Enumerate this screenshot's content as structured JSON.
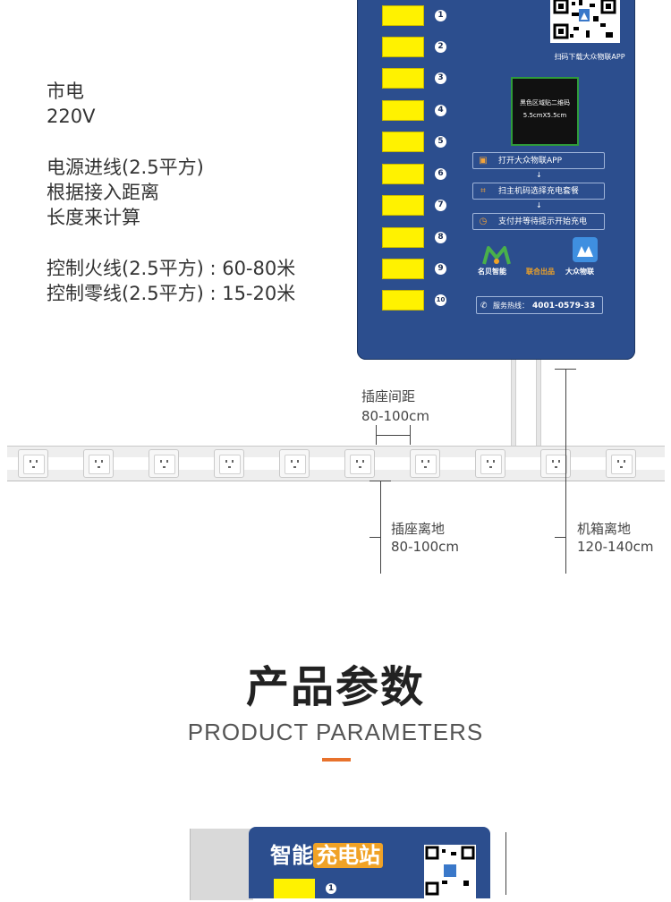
{
  "info": {
    "power_title": "市电",
    "voltage": "220V",
    "line1": "电源进线(2.5平方)",
    "line2": "根据接入距离",
    "line3": "长度来计算",
    "live_wire": "控制火线(2.5平方) : 60-80米",
    "neutral_wire": "控制零线(2.5平方) : 15-20米"
  },
  "panel": {
    "slot_numbers": [
      "1",
      "2",
      "3",
      "4",
      "5",
      "6",
      "7",
      "8",
      "9",
      "10"
    ],
    "qr_caption": "扫码下载大众物联APP",
    "sticker_line1": "黑色区域贴二维码",
    "sticker_line2": "5.5cmX5.5cm",
    "steps": [
      {
        "icon": "phone-icon",
        "label": "打开大众物联APP"
      },
      {
        "icon": "scan-icon",
        "label": "扫主机码选择充电套餐"
      },
      {
        "icon": "clock-icon",
        "label": "支付并等待提示开始充电"
      }
    ],
    "logos": [
      "名贝智能",
      "联合出品",
      "大众物联"
    ],
    "hotline_label": "服务热线：",
    "hotline_number": "4001-0579-33"
  },
  "annotations": {
    "socket_spacing_title": "插座间距",
    "socket_spacing_value": "80-100cm",
    "socket_height_title": "插座离地",
    "socket_height_value": "80-100cm",
    "box_height_title": "机箱离地",
    "box_height_value": "120-140cm"
  },
  "section": {
    "title_cn": "产品参数",
    "title_en": "PRODUCT PARAMETERS",
    "accent_color": "#e8722c"
  },
  "product": {
    "title_a": "智能",
    "title_b": "充电站",
    "first_slot": "1"
  },
  "colors": {
    "panel_blue": "#2c4e8e",
    "slot_yellow": "#fff200"
  }
}
